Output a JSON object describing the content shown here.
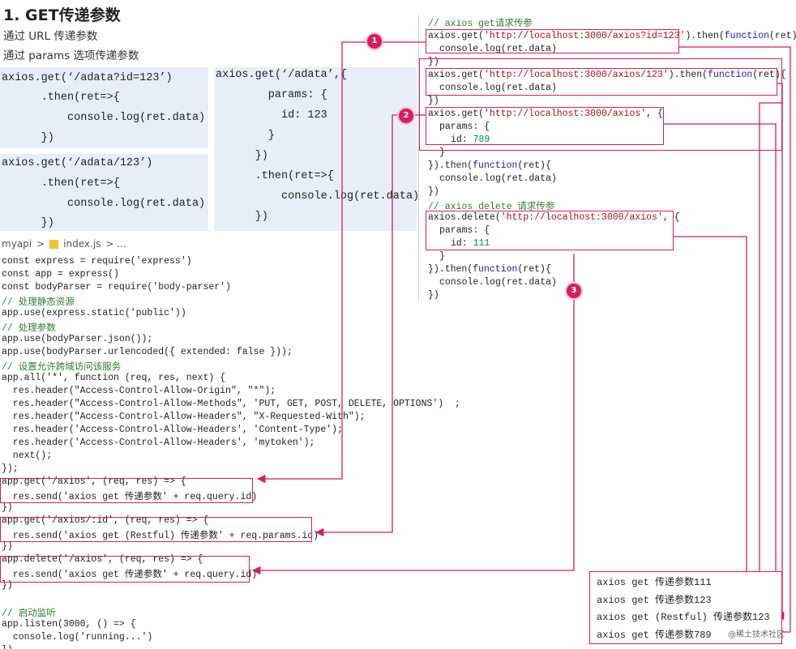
{
  "title": "1. GET传递参数",
  "subtitles": [
    "通过 URL 传递参数",
    "通过 params 选项传递参数"
  ],
  "card_a": [
    "axios.get(‘/adata?id=123’)",
    "      .then(ret=>{",
    "          console.log(ret.data)",
    "      })"
  ],
  "card_b": [
    "axios.get(‘/adata/123’)",
    "      .then(ret=>{",
    "          console.log(ret.data)",
    "      })"
  ],
  "card_c": [
    "axios.get(‘/adata’,{",
    "        params: {",
    "          id: 123",
    "        }",
    "      })",
    "      .then(ret=>{",
    "          console.log(ret.data)",
    "      })"
  ],
  "client": {
    "comment_get": "// axios get请求传参",
    "get1_a": "axios.get(",
    "get1_url": "'http://localhost:3000/axios?id=123'",
    "get1_b": ").then(",
    "get1_fn": "function",
    "get1_c": "(ret){",
    "get1_body": "console.log(ret.data)",
    "close1": "})",
    "get2_a": "axios.get(",
    "get2_url": "'http://localhost:3000/axios/123'",
    "get2_b": ").then(",
    "get2_fn": "function",
    "get2_c": "(ret){",
    "get2_body": "console.log(ret.data)",
    "close2": "})",
    "get3_a": "axios.get(",
    "get3_url": "'http://localhost:3000/axios'",
    "get3_b": ", {",
    "get3_params": "params: {",
    "get3_id_key": "id: ",
    "get3_id": "789",
    "get3_close_obj": "}",
    "get3_then": "}).then(",
    "get3_fn": "function",
    "get3_c": "(ret){",
    "get3_body": "console.log(ret.data)",
    "close3": "})",
    "comment_delete": "// axios delete 请求传参",
    "del_a": "axios.delete(",
    "del_url": "'http://localhost:3000/axios'",
    "del_b": ", {",
    "del_params": "params: {",
    "del_id_key": "id: ",
    "del_id": "111",
    "del_close_obj": "}",
    "del_then": "}).then(",
    "del_fn": "function",
    "del_c": "(ret){",
    "del_body": "console.log(ret.data)",
    "close4": "})"
  },
  "breadcrumb": {
    "folder": "myapi",
    "sep": ">",
    "file": "index.js",
    "more": "> ..."
  },
  "server_lines": [
    "const express = require('express')",
    "const app = express()",
    "const bodyParser = require('body-parser')",
    "// 处理静态资源",
    "app.use(express.static('public'))",
    "// 处理参数",
    "app.use(bodyParser.json());",
    "app.use(bodyParser.urlencoded({ extended: false }));",
    "// 设置允许跨域访问该服务",
    "app.all('*', function (req, res, next) {",
    "  res.header(\"Access-Control-Allow-Origin\", \"*\");",
    "  res.header(\"Access-Control-Allow-Methods\", 'PUT, GET, POST, DELETE, OPTIONS')  ;",
    "  res.header(\"Access-Control-Allow-Headers\", \"X-Requested-With\");",
    "  res.header('Access-Control-Allow-Headers', 'Content-Type');",
    "  res.header('Access-Control-Allow-Headers', 'mytoken');",
    "  next();",
    "});",
    "app.get('/axios', (req, res) => {",
    "  res.send('axios get 传递参数' + req.query.id)",
    "})",
    "app.get('/axios/:id', (req, res) => {",
    "  res.send('axios get (Restful) 传递参数' + req.params.id)",
    "})",
    "app.delete('/axios', (req, res) => {",
    "  res.send('axios get 传递参数' + req.query.id)",
    "})",
    "",
    "// 启动监听",
    "app.listen(3000, () => {",
    "  console.log('running...')",
    "})"
  ],
  "badges": [
    "1",
    "2",
    "3"
  ],
  "output_lines": [
    "axios get 传递参数111",
    "axios get 传递参数123",
    "axios get (Restful) 传递参数123",
    "axios get 传递参数789"
  ],
  "watermark": "@稀土技术社区",
  "colors": {
    "accent": "#d81b60",
    "card_bg": "#e7eef9",
    "keyword": "#1a1aa6",
    "string": "#a31515",
    "comment": "#2e7d32"
  }
}
